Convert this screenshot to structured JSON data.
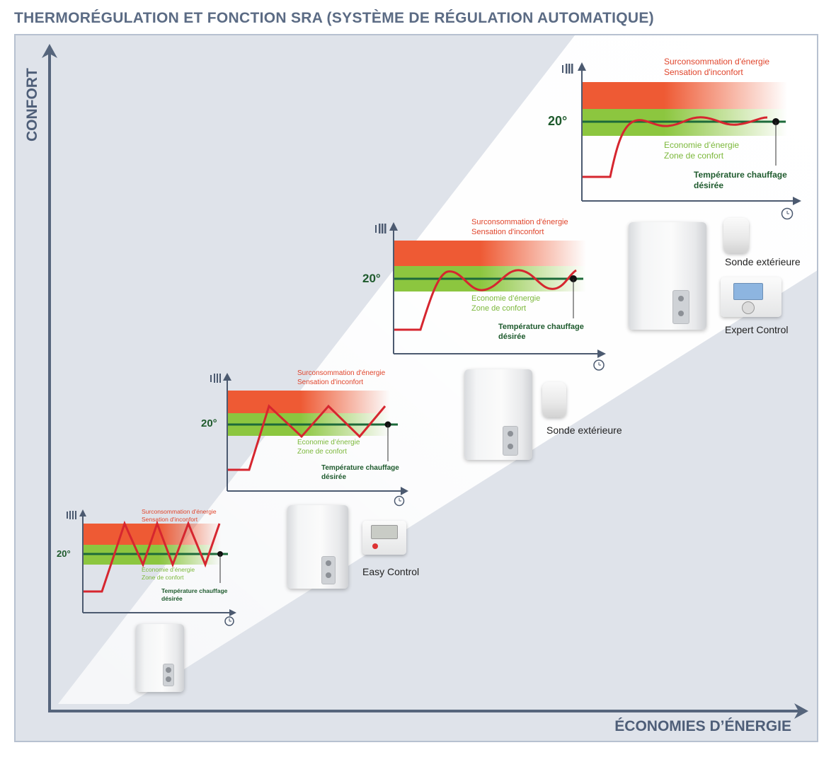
{
  "title": "THERMORÉGULATION ET FONCTION SRA (SYSTÈME DE RÉGULATION AUTOMATIQUE)",
  "axes": {
    "y_label": "CONFORT",
    "x_label": "ÉCONOMIES D’ÉNERGIE"
  },
  "graph_labels": {
    "red_line1": "Surconsommation d'énergie",
    "red_line2": "Sensation d'inconfort",
    "green_line1": "Economie d’énergie",
    "green_line2": "Zone de confort",
    "target_line1": "Température chauffage",
    "target_line2": "désirée",
    "temp_value": "20°"
  },
  "devices": {
    "easy_control": "Easy Control",
    "sonde_1": "Sonde extérieure",
    "sonde_2": "Sonde extérieure",
    "expert_control": "Expert Control"
  },
  "colors": {
    "red_zone": "#ee5a34",
    "green_zone": "#8cc63f",
    "target_line": "#1d6a3a",
    "curve": "#d6262f"
  }
}
